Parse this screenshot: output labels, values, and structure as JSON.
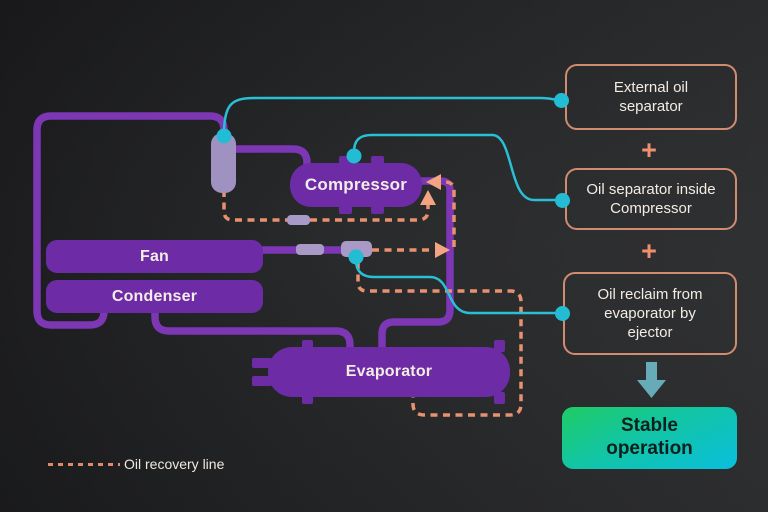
{
  "components": {
    "compressor": "Compressor",
    "fan": "Fan",
    "condenser": "Condenser",
    "evaporator": "Evaporator"
  },
  "callouts": [
    {
      "label": "External oil separator"
    },
    {
      "label": "Oil separator inside Compressor"
    },
    {
      "label": "Oil reclaim from evaporator by ejector"
    }
  ],
  "plus_sign": "+",
  "result": {
    "label": "Stable operation"
  },
  "legend": {
    "label": "Oil recovery line"
  },
  "colors": {
    "pipe_purple": "#7d37b5",
    "component_purple": "#6d2ba6",
    "fitting_lavender": "#a899c6",
    "teal": "#29bfd4",
    "oil_line_salmon": "#e8916f",
    "callout_border": "#d18b70",
    "result_gradient_start": "#1ecb6b",
    "result_gradient_end": "#0abfd8"
  }
}
